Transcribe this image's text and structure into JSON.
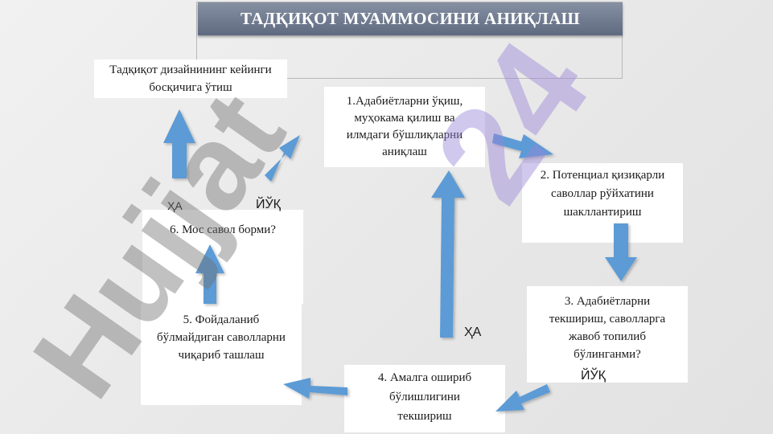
{
  "title": "ТАДҚИҚОТ МУАММОСИНИ АНИҚЛАШ",
  "boxes": {
    "next_stage": "Тадқиқот дизайнининг кейинги босқичига ўтиш",
    "step1": "1.Адабиётларни ўқиш, муҳокама қилиш ва илмдаги бўшлиқларни аниқлаш",
    "step2": "2. Потенциал қизиқарли саволлар рўйхатини шакллантириш",
    "step3": "3. Адабиётларни текшириш, саволларга жавоб топилиб бўлинганми?",
    "step4": "4. Амалга ошириб бўлишлигини текшириш",
    "step5": "5. Фойдаланиб бўлмайдиган саволларни чиқариб ташлаш",
    "step6": "6. Мос савол борми?"
  },
  "labels": {
    "yes_left": "ҲА",
    "no_top": "ЙЎҚ",
    "yes_mid": "ҲА",
    "no_bottom": "ЙЎҚ"
  },
  "watermark": {
    "text_main": "Hujjat",
    "text_num": "24",
    "color_main": "#6e6e6e",
    "color_num": "#9b86d9"
  },
  "colors": {
    "arrow": "#5b9bd5",
    "title_bg": "#6f7a8f"
  }
}
